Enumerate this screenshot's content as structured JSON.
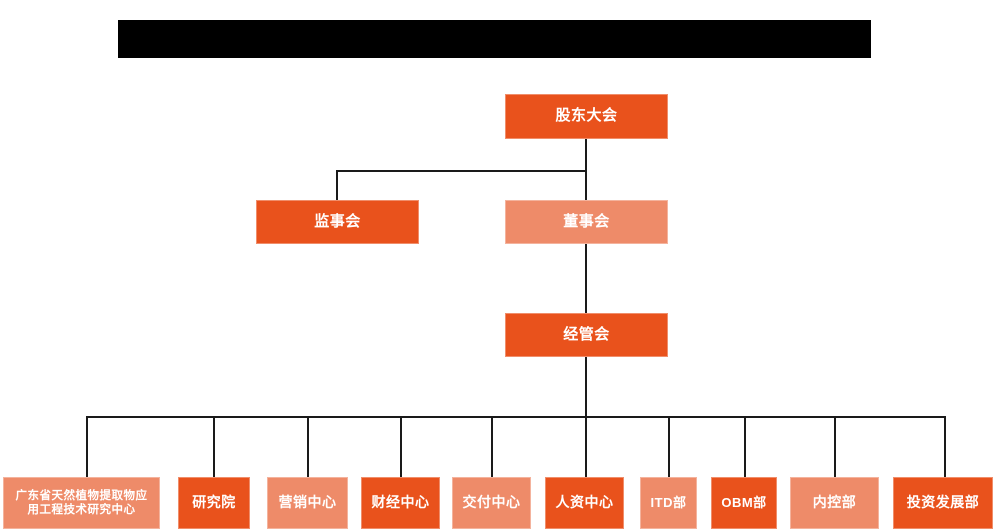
{
  "title_banner": {
    "name": "redacted-title-bar",
    "text": "",
    "color": "#000000"
  },
  "colors": {
    "primary": "#E9521C",
    "secondary": "#EE8B69",
    "connector": "#1a1a1a",
    "background": "#ffffff",
    "text": "#ffffff"
  },
  "chart_data": {
    "type": "diagram",
    "subtype": "organization-chart",
    "title": "",
    "levels": [
      {
        "level": 1,
        "nodes": [
          {
            "id": "shareholders",
            "label": "股东大会",
            "style": "primary"
          }
        ]
      },
      {
        "level": 2,
        "nodes": [
          {
            "id": "supervisors",
            "label": "监事会",
            "style": "primary"
          },
          {
            "id": "directors",
            "label": "董事会",
            "style": "secondary"
          }
        ]
      },
      {
        "level": 3,
        "nodes": [
          {
            "id": "management",
            "label": "经管会",
            "style": "primary"
          }
        ]
      },
      {
        "level": 4,
        "nodes": [
          {
            "id": "dept1",
            "label": "广东省天然植物提取物应用工程技术研究中心",
            "line1": "广东省天然植物提取物应",
            "line2": "用工程技术研究中心",
            "style": "secondary"
          },
          {
            "id": "dept2",
            "label": "研究院",
            "style": "primary"
          },
          {
            "id": "dept3",
            "label": "营销中心",
            "style": "secondary"
          },
          {
            "id": "dept4",
            "label": "财经中心",
            "style": "primary"
          },
          {
            "id": "dept5",
            "label": "交付中心",
            "style": "secondary"
          },
          {
            "id": "dept6",
            "label": "人资中心",
            "style": "primary"
          },
          {
            "id": "dept7",
            "label": "ITD部",
            "style": "secondary"
          },
          {
            "id": "dept8",
            "label": "OBM部",
            "style": "primary"
          },
          {
            "id": "dept9",
            "label": "内控部",
            "style": "secondary"
          },
          {
            "id": "dept10",
            "label": "投资发展部",
            "style": "primary"
          }
        ]
      }
    ],
    "edges": [
      {
        "from": "shareholders",
        "to": "supervisors"
      },
      {
        "from": "shareholders",
        "to": "directors"
      },
      {
        "from": "directors",
        "to": "management"
      },
      {
        "from": "management",
        "to": "dept1"
      },
      {
        "from": "management",
        "to": "dept2"
      },
      {
        "from": "management",
        "to": "dept3"
      },
      {
        "from": "management",
        "to": "dept4"
      },
      {
        "from": "management",
        "to": "dept5"
      },
      {
        "from": "management",
        "to": "dept6"
      },
      {
        "from": "management",
        "to": "dept7"
      },
      {
        "from": "management",
        "to": "dept8"
      },
      {
        "from": "management",
        "to": "dept9"
      },
      {
        "from": "management",
        "to": "dept10"
      }
    ]
  }
}
